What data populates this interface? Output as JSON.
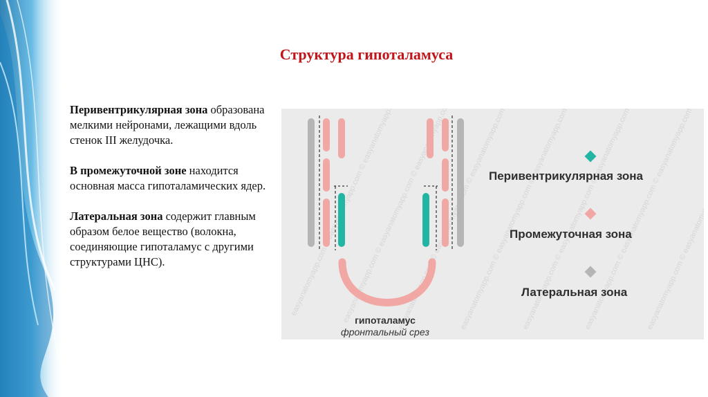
{
  "slide": {
    "title": "Структура гипоталамуса",
    "paragraphs": [
      {
        "bold": "Перивентрикулярная зона",
        "rest": " образована мелкими нейронами, лежащими вдоль стенок III желудочка."
      },
      {
        "bold": "В промежуточной зоне",
        "rest": " находится основная масса гипоталамических ядер."
      },
      {
        "bold": "Латеральная зона",
        "rest": " содержит главным образом белое вещество (волокна, соединяющие гипоталамус с другими структурами ЦНС)."
      }
    ]
  },
  "diagram": {
    "legend": [
      {
        "label": "Перивентрикулярная зона",
        "color": "#23b5a3"
      },
      {
        "label": "Промежуточная зона",
        "color": "#f1a7a3"
      },
      {
        "label": "Латеральная зона",
        "color": "#b5b5b5"
      }
    ],
    "caption_main": "гипоталамус",
    "caption_sub": "фронтальный срез",
    "watermark": "easyanatomyapp.com"
  },
  "colors": {
    "title": "#c0161a",
    "accent_blue": "#1e88c7",
    "diagram_bg": "#ebebeb"
  }
}
